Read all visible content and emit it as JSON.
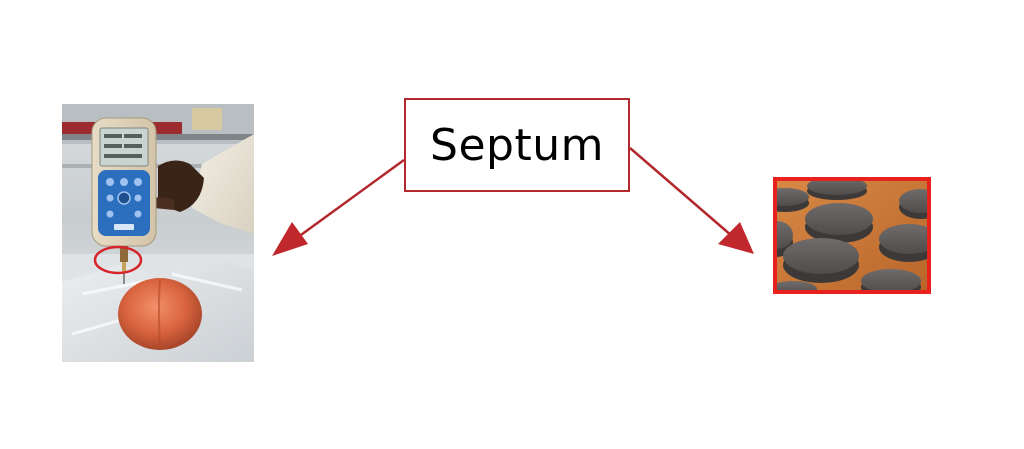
{
  "label": {
    "text": "Septum"
  },
  "colors": {
    "accent": "#b3282d",
    "frame": "#e8211f"
  },
  "images": {
    "left": "handheld-gas-analyzer-photo",
    "right": "septa-discs-closeup-photo"
  }
}
